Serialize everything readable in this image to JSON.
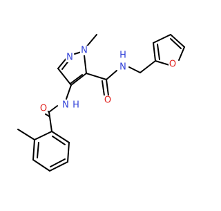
{
  "molecule": {
    "atom_labels": {
      "n_ring_1": "N",
      "n_ring_2": "N",
      "n_amide_top": "N",
      "h_amide_top": "H",
      "n_amide_bottom": "N",
      "h_amide_bottom": "H",
      "o_carbonyl_left": "O",
      "o_carbonyl_right": "O",
      "o_furan": "O"
    },
    "colors": {
      "carbon_bond": "#000000",
      "nitrogen": "#2f3fd8",
      "oxygen": "#e0201c",
      "background": "#ffffff"
    }
  }
}
